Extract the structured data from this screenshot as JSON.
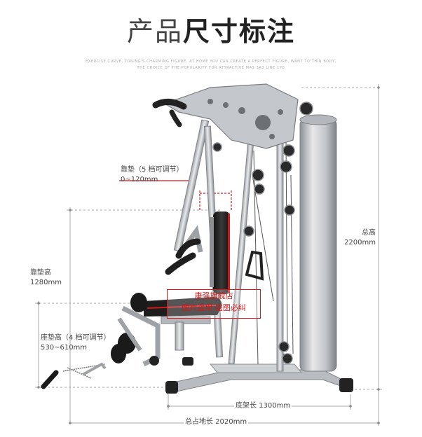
{
  "header": {
    "title_light": "产品",
    "title_bold": "尺寸标注",
    "subtitle_line1": "EXERCISE CURVE, TONING'S CHARMING FIGURE, AT HOME YOU CAN CREATE A PERFECT FIGURE, WANT TO THIN BODY,",
    "subtitle_line2": "THE CHOICE OF THE POPULARITY FOR ATTRACTIVE MAS 3A3 LINE 178"
  },
  "dimensions": {
    "backrest_adjust_label": "靠垫（5 档可调节）",
    "backrest_adjust_value": "0~120mm",
    "backrest_height_label": "靠垫高",
    "backrest_height_value": "1280mm",
    "seat_height_label": "座垫高（4 档可调节）",
    "seat_height_value": "530~610mm",
    "total_height_label": "总高",
    "total_height_value": "2200mm",
    "frame_length": "底架长 1300mm",
    "total_length": "总占地长 2020mm"
  },
  "watermark": {
    "line1": "康强旗舰店",
    "line2": "图片盗用 盗图必纠"
  },
  "colors": {
    "frame": "#c9ccd0",
    "pad": "#1d1d1d",
    "accent_red": "#d31818",
    "dim_line": "#999999"
  }
}
